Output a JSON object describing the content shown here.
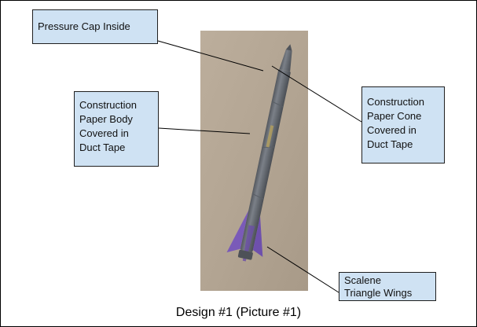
{
  "labels": {
    "pressure_cap": [
      "Pressure Cap Inside"
    ],
    "body": [
      "Construction",
      "Paper Body",
      "Covered in",
      "Duct Tape"
    ],
    "cone": [
      "Construction",
      "Paper Cone",
      "Covered in",
      "Duct Tape"
    ],
    "wings": [
      "Scalene",
      "Triangle Wings"
    ]
  },
  "caption": "Design #1 (Picture #1)",
  "colors": {
    "label_fill": "#cfe2f3",
    "label_border": "#1f1f1f",
    "photo_background": "#b3a593",
    "duct_tape": "#6c7178",
    "wing_purple": "#7a5ab8"
  },
  "photo": {
    "subject": "rocket-photo"
  }
}
